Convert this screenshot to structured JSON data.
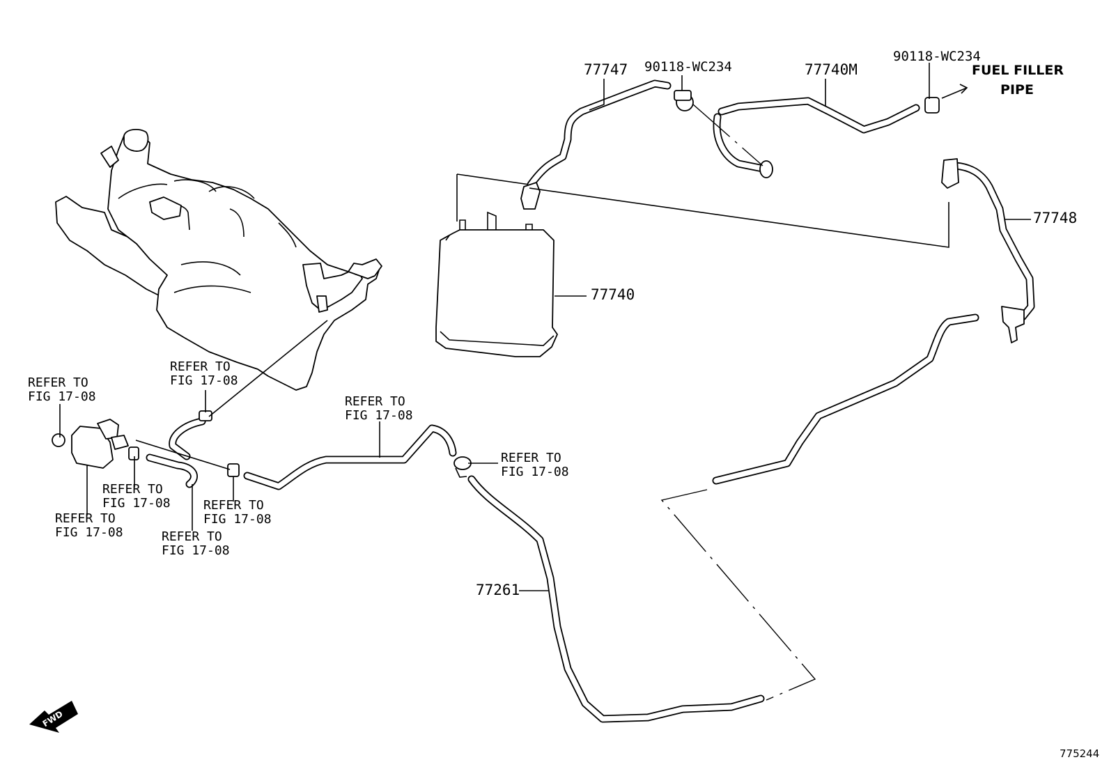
{
  "diagram": {
    "parts": {
      "p77747": "77747",
      "p90118_left": "90118-WC234",
      "p77740M": "77740M",
      "p90118_right": "90118-WC234",
      "p77748": "77748",
      "p77740": "77740",
      "p77261": "77261"
    },
    "destination": {
      "line1": "FUEL FILLER",
      "line2": "PIPE"
    },
    "refer": {
      "line1": "REFER TO",
      "line2": "FIG 17-08"
    },
    "fwd_label": "FWD",
    "doc_id": "775244"
  }
}
